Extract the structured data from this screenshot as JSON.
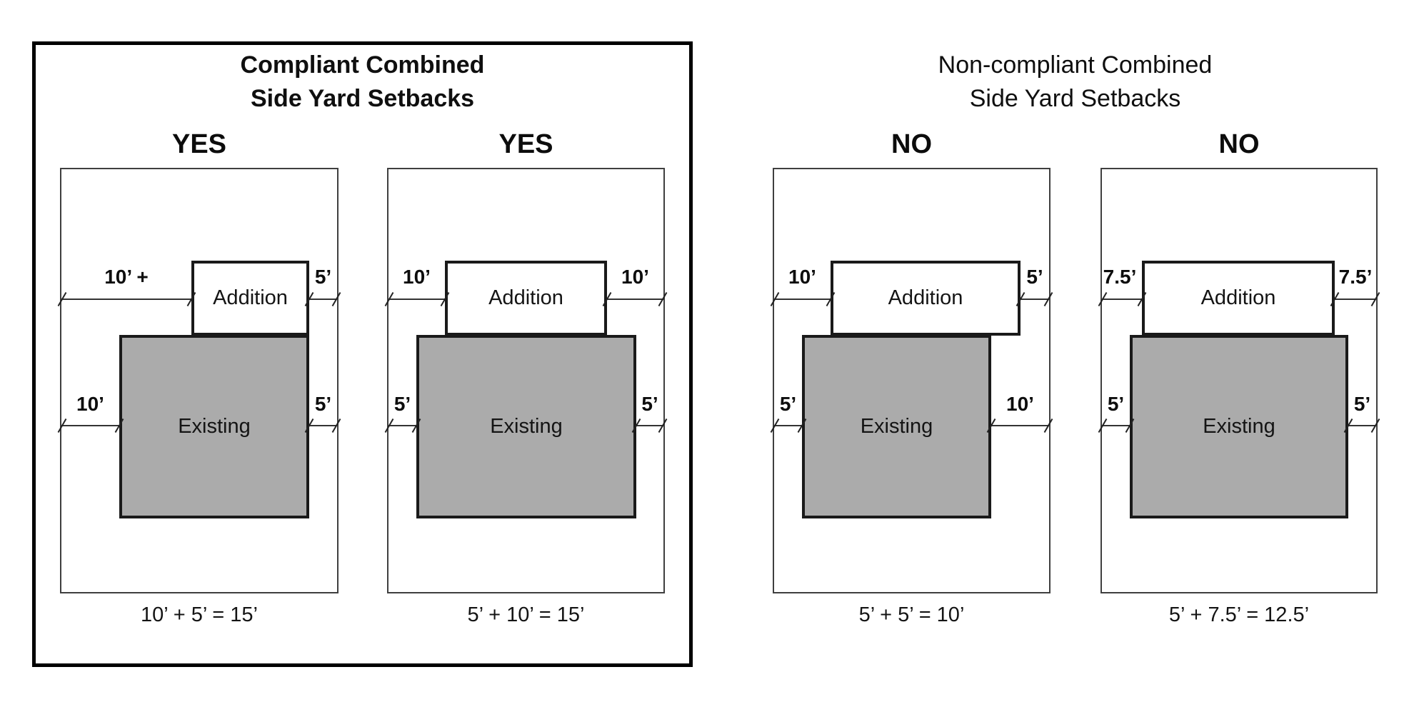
{
  "groups": [
    {
      "compliance": "compliant",
      "title_line1": "Compliant Combined",
      "title_line2": "Side Yard Setbacks",
      "boxed": true,
      "panels": [
        {
          "verdict": "YES",
          "addition_label": "Addition",
          "existing_label": "Existing",
          "setbacks": {
            "addition_left": "10’ +",
            "addition_right": "5’",
            "existing_left": "10’",
            "existing_right": "5’"
          },
          "equation": "10’ + 5’ = 15’"
        },
        {
          "verdict": "YES",
          "addition_label": "Addition",
          "existing_label": "Existing",
          "setbacks": {
            "addition_left": "10’",
            "addition_right": "10’",
            "existing_left": "5’",
            "existing_right": "5’"
          },
          "equation": "5’ + 10’ = 15’"
        }
      ]
    },
    {
      "compliance": "non-compliant",
      "title_line1": "Non-compliant Combined",
      "title_line2": "Side Yard Setbacks",
      "boxed": false,
      "panels": [
        {
          "verdict": "NO",
          "addition_label": "Addition",
          "existing_label": "Existing",
          "setbacks": {
            "addition_left": "10’",
            "addition_right": "5’",
            "existing_left": "5’",
            "existing_right": "10’"
          },
          "equation": "5’ + 5’ = 10’"
        },
        {
          "verdict": "NO",
          "addition_label": "Addition",
          "existing_label": "Existing",
          "setbacks": {
            "addition_left": "7.5’",
            "addition_right": "7.5’",
            "existing_left": "5’",
            "existing_right": "5’"
          },
          "equation": "5’ + 7.5’ = 12.5’"
        }
      ]
    }
  ],
  "colors": {
    "existing_fill": "#ABABAB",
    "building_outline": "#1A1A1A",
    "lot_outline": "#3F3F3F",
    "frame": "#000000",
    "text": "#111111"
  }
}
